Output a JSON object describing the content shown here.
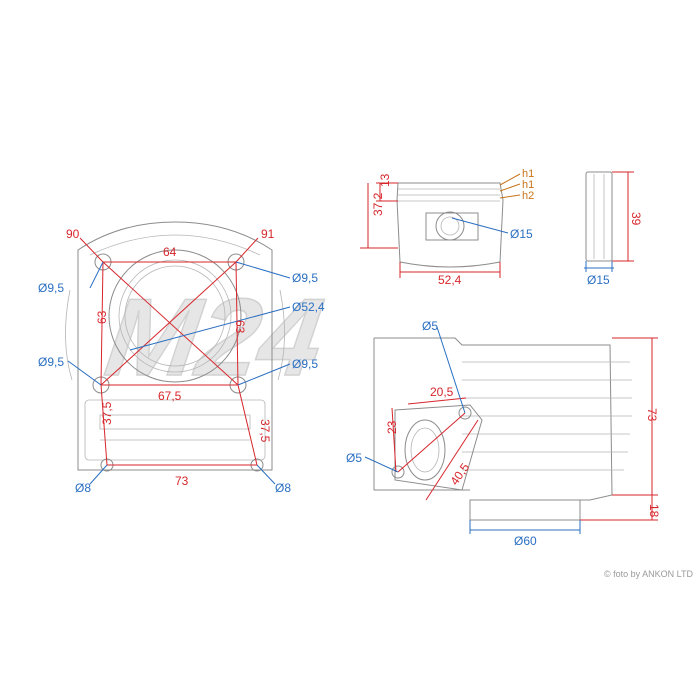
{
  "drawing": {
    "head_view": {
      "stud_labels": [
        "90",
        "91"
      ],
      "dims_red": [
        "64",
        "63",
        "63",
        "67,5",
        "37,5",
        "37,5",
        "73"
      ],
      "dims_blue": [
        "Ø9,5",
        "Ø9,5",
        "Ø52,4",
        "Ø9,5",
        "Ø9,5",
        "Ø8",
        "Ø8"
      ]
    },
    "piston_view": {
      "dims_red": [
        "13",
        "37,2",
        "52,4"
      ],
      "dims_blue": [
        "Ø15"
      ],
      "ring_labels": [
        "h1",
        "h1",
        "h2"
      ]
    },
    "pin_view": {
      "dims_red": [
        "39"
      ],
      "dims_blue": [
        "Ø15"
      ]
    },
    "cylinder_side_view": {
      "dims_red": [
        "20,5",
        "23",
        "40,5",
        "73",
        "18"
      ],
      "dims_blue": [
        "Ø5",
        "Ø5",
        "Ø60"
      ]
    },
    "watermark": "M24",
    "credit": "© foto by ANKON LTD",
    "colors": {
      "dimension": "#d7262b",
      "diameter": "#2a6fc2",
      "ring": "#c8741a",
      "sketch": "#8c8c8c"
    }
  }
}
